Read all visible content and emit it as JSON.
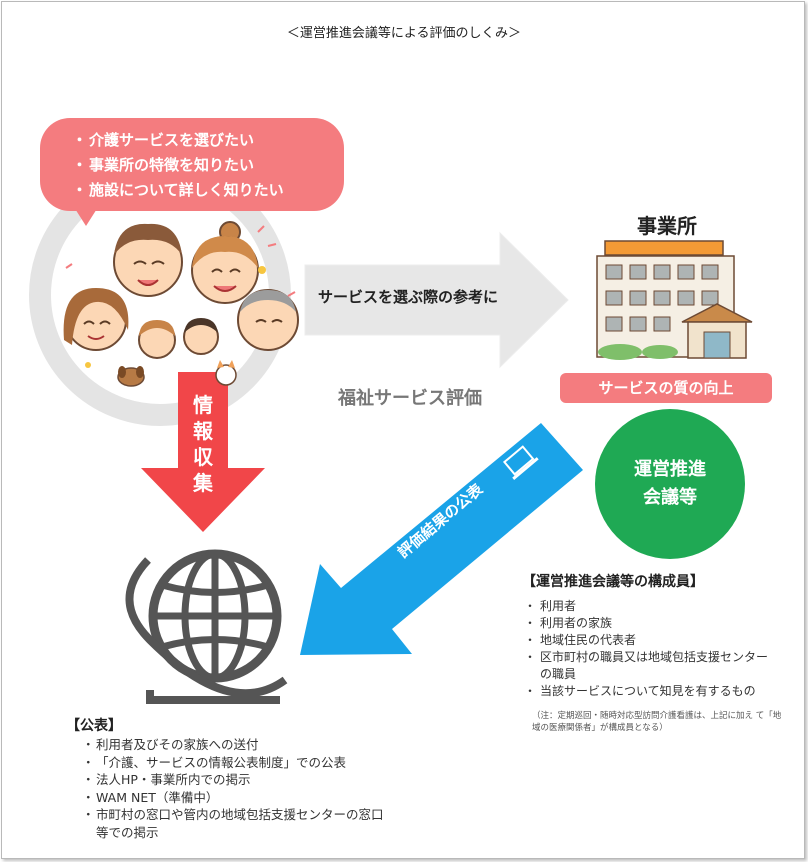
{
  "title": "＜運営推進会議等による評価のしくみ＞",
  "needs": [
    "介護サービスを選びたい",
    "事業所の特徴を知りたい",
    "施設について詳しく知りたい"
  ],
  "arrow_label": "サービスを選ぶ際の参考に",
  "welfare_label": "福祉サービス評価",
  "office_title": "事業所",
  "quality_label": "サービスの質の向上",
  "council_label_line1": "運営推進",
  "council_label_line2": "会議等",
  "collect_label": [
    "情",
    "報",
    "収",
    "集"
  ],
  "publish_arrow_label": "評価結果の公表",
  "members": {
    "heading": "【運営推進会議等の構成員】",
    "items": [
      "利用者",
      "利用者の家族",
      "地域住民の代表者",
      "区市町村の職員又は地域包括支援センターの職員",
      "当該サービスについて知見を有するもの"
    ],
    "note": "（注：定期巡回・随時対応型訪問介護看護は、上記に加え て「地域の医療関係者」が構成員となる）"
  },
  "publication": {
    "heading": "【公表】",
    "items": [
      "利用者及びその家族への送付",
      "「介護、サービスの情報公表制度」での公表",
      "法人HP・事業所内での掲示",
      "WAM NET（準備中）",
      "市町村の窓口や管内の地域包括支援センターの窓口等での掲示"
    ]
  },
  "colors": {
    "pink": "#f47c7f",
    "red_arrow": "#f14649",
    "blue_arrow": "#1aa3e8",
    "green": "#1fa954",
    "gray_arrow": "#e7e7e7",
    "globe": "#555555"
  },
  "icons": [
    "people-group-icon",
    "building-icon",
    "globe-icon",
    "laptop-icon",
    "dog-icon",
    "cat-icon"
  ]
}
